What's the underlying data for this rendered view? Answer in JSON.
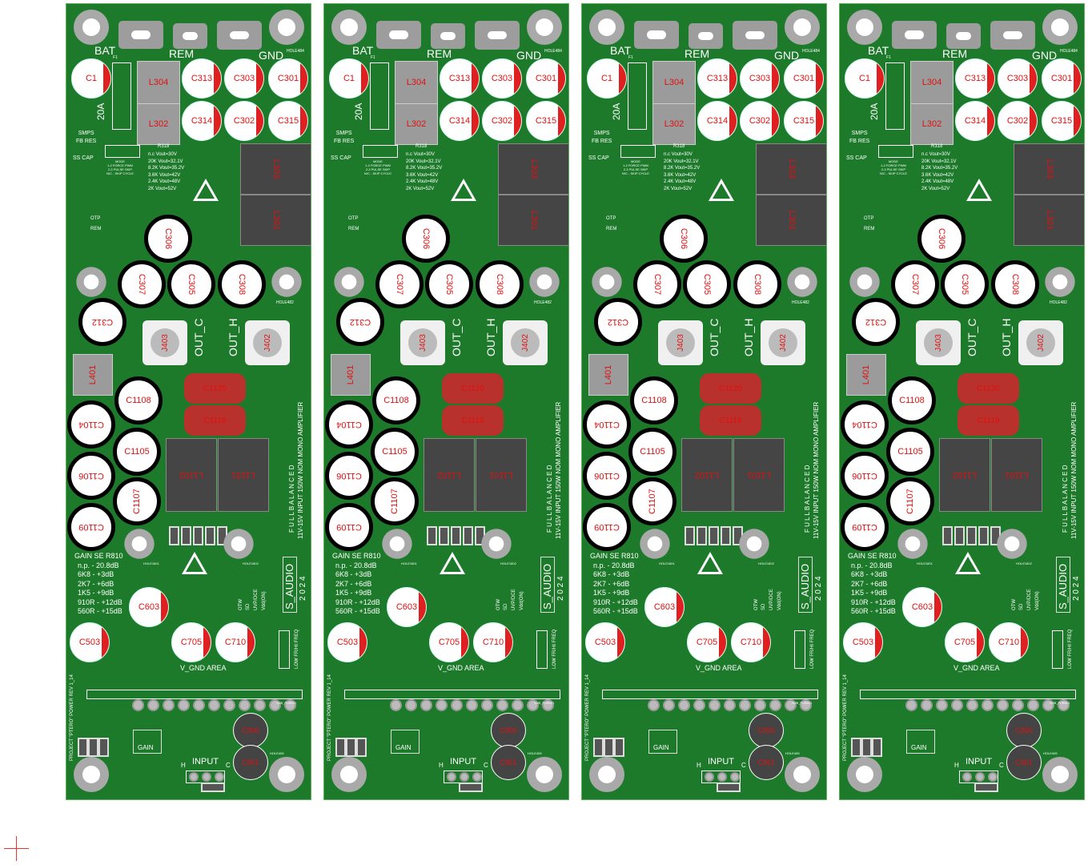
{
  "board_count": 4,
  "colors": {
    "pcb": "#1d7a2b",
    "silk": "#ffffff",
    "ref": "#e01010",
    "pad": "#9d9d9d"
  },
  "board": {
    "power": {
      "bat": "BAT",
      "rem": "REM",
      "gnd": "GND",
      "fuse": "F1",
      "fuse_rating": "20A"
    },
    "caps": {
      "c1": "C1",
      "c313": "C313",
      "c303": "C303",
      "c301": "C301",
      "c314": "C314",
      "c302": "C302",
      "c315": "C315",
      "c306": "C306",
      "c307": "C307",
      "c305": "C305",
      "c308": "C308",
      "c312": "C312",
      "c1108": "C1108",
      "c1104": "C1104",
      "c1105": "C1105",
      "c1106": "C1106",
      "c1107": "C1107",
      "c1109": "C1109",
      "c1120": "C1120",
      "c1119": "C1119",
      "c603": "C603",
      "c503": "C503",
      "c705": "C705",
      "c710": "C710",
      "c806": "C806",
      "c801": "C801"
    },
    "inductors": {
      "l304": "L304",
      "l302": "L302",
      "l303": "L303",
      "l301": "L301",
      "l401": "L401",
      "l1102": "L1102",
      "l1101": "L1101"
    },
    "holes": {
      "h484": "HOLE484",
      "h482": "HOLE482",
      "h1801": "HOLE1801",
      "h1802": "HOLE1802",
      "h405": "HOLE405"
    },
    "smps": {
      "title1": "SMPS",
      "title2": "FB RES",
      "ss": "SS CAP",
      "r318": "R318",
      "vout": [
        "n.c Vout=30V",
        "20K Vout=32.1V",
        "8.2K Vout=35.2V",
        "3.6K Vout=42V",
        "2.4K Vout=48V",
        "2K Vout=52V"
      ],
      "mode": [
        "MODE",
        "1-2 FORCE PWM",
        "2-3 PULSE SKIP",
        "N/C - SKIP CYCLE"
      ],
      "otp": "OTP",
      "rem": "REM"
    },
    "outputs": {
      "j403": "J403",
      "j402": "J402",
      "out_c": "OUT_C",
      "out_h": "OUT_H"
    },
    "gain": {
      "title": "GAIN SE R810",
      "rows": [
        "n.p. - 20.8dB",
        "6K8 -  +3dB",
        "2K7 -  +6dB",
        "1K5 -  +9dB",
        "910R - +12dB",
        "560R - +15dB"
      ]
    },
    "status": [
      "OTW",
      "SD",
      "UVP/DCE",
      "Vdd(ON)"
    ],
    "freq": "LOW FR/HI FREQ",
    "brand": "S_AUDIO",
    "year": "2 0 2 4",
    "full_balanced": "F U L L   B A L A N C E D",
    "desc": "11V-15V INPUT 150W NOM MONO AMPLIFIER",
    "vgnd": "V_GND AREA",
    "project": "PROJECT \"PTERO\" POWER    REV 1_14",
    "gain_label": "GAIN",
    "input": "INPUT",
    "h": "H",
    "c": "C",
    "sub": "SUB_PCB901"
  }
}
